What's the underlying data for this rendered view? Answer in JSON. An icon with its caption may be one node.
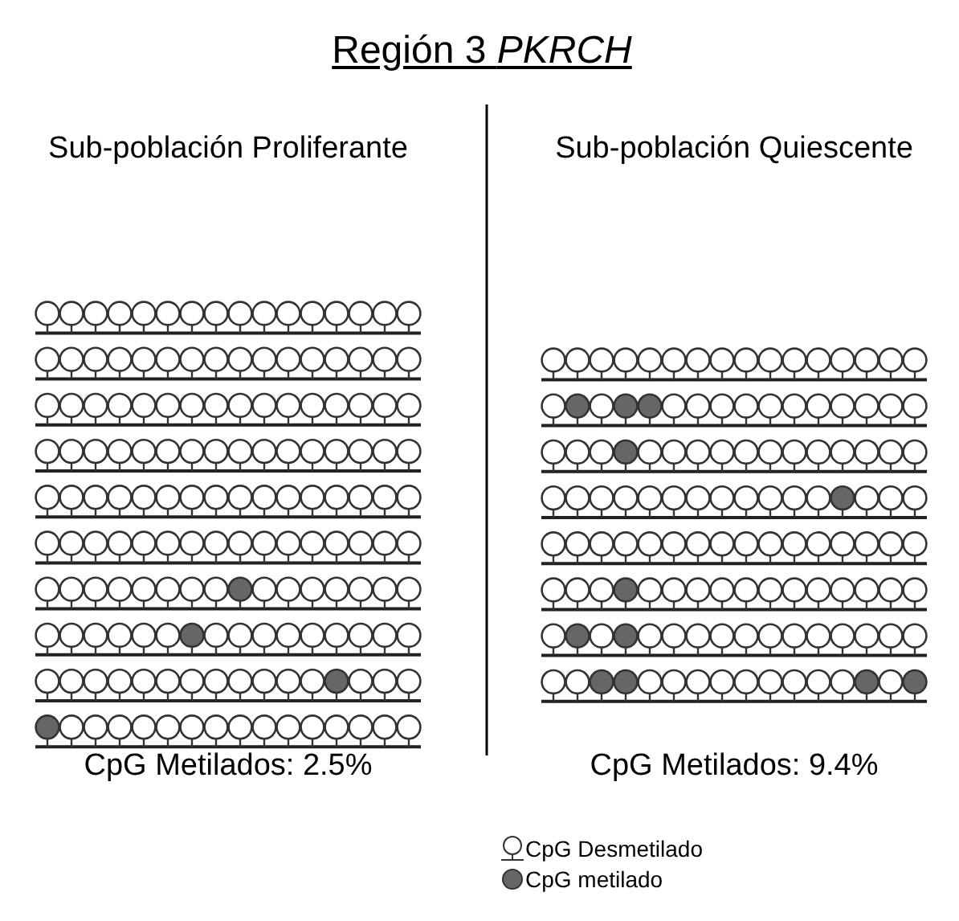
{
  "diagram": {
    "title": "Región 3 *PKRCH*",
    "labels": [
      "Sub-población Proliferante",
      "Sub-población Quiescente",
      "CpG Metilados: 2.5%",
      "CpG Metilados: 9.4%"
    ],
    "legend": [
      {
        "text": "CpG Desmetilado"
      },
      {
        "text": "CpG metilado"
      }
    ]
  }
}
